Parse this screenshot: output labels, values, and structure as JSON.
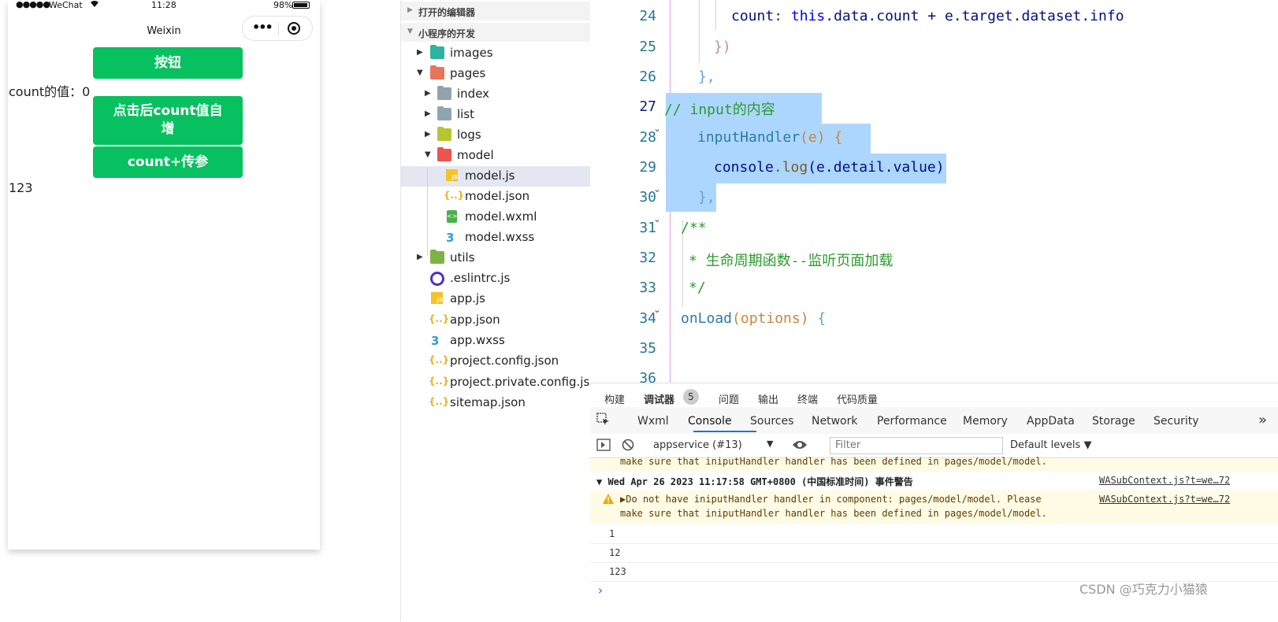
{
  "phone": {
    "status": {
      "signal": "●●●●●",
      "carrier": "WeChat",
      "wifi_icon": "wifi-icon",
      "time": "11:28",
      "battery": "98%"
    },
    "nav_title": "Weixin",
    "buttons": {
      "btn1": "按钮",
      "btn2_line1": "点击后count值自",
      "btn2_line2": "增",
      "btn3": "count+传参"
    },
    "count_label": "count的值：0",
    "input_text": "123"
  },
  "explorer": {
    "open_editors": "打开的编辑器",
    "project": "小程序的开发",
    "items": [
      {
        "name": "images"
      },
      {
        "name": "pages"
      },
      {
        "name": "index"
      },
      {
        "name": "list"
      },
      {
        "name": "logs"
      },
      {
        "name": "model"
      },
      {
        "name": "model.js"
      },
      {
        "name": "model.json"
      },
      {
        "name": "model.wxml"
      },
      {
        "name": "model.wxss"
      },
      {
        "name": "utils"
      },
      {
        "name": ".eslintrc.js"
      },
      {
        "name": "app.js"
      },
      {
        "name": "app.json"
      },
      {
        "name": "app.wxss"
      },
      {
        "name": "project.config.json"
      },
      {
        "name": "project.private.config.js..."
      },
      {
        "name": "sitemap.json"
      }
    ]
  },
  "editor": {
    "lines": [
      "24",
      "25",
      "26",
      "27",
      "28",
      "29",
      "30",
      "31",
      "32",
      "33",
      "34",
      "35"
    ],
    "code": {
      "l24_a": "count",
      "l24_b": ": ",
      "l24_c": "this",
      "l24_d": ".data.count + e.target.dataset.info",
      "l25": "})",
      "l26": "},",
      "l27": "// input的内容",
      "l28_fn": "inputHandler",
      "l28_rest": "(e) {",
      "l29_obj": "console",
      "l29_fn": ".log",
      "l29_rest": "(e.detail.value)",
      "l30": "},",
      "l31": "/**",
      "l32": "* 生命周期函数--监听页面加载",
      "l33": "*/",
      "l34_fn": "onLoad",
      "l34_arg": "(options)",
      "l34_brace": " {"
    }
  },
  "panel": {
    "tabs": [
      "构建",
      "调试器",
      "问题",
      "输出",
      "终端",
      "代码质量"
    ],
    "badge": "5",
    "devtools": [
      "Wxml",
      "Console",
      "Sources",
      "Network",
      "Performance",
      "Memory",
      "AppData",
      "Storage",
      "Security"
    ],
    "more": "»",
    "context": "appservice (#13)",
    "filter_placeholder": "Filter",
    "levels": "Default levels ▼",
    "console": {
      "warn_top": "make sure that iniputHandler handler has been defined in pages/model/model.",
      "group": "▼ Wed Apr 26 2023 11:17:58 GMT+0800 (中国标准时间) 事件警告",
      "link1": "WASubContext.js?t=we…72",
      "warn_line1": "▶Do not have iniputHandler handler in component: pages/model/model. Please",
      "warn_line2": "make sure that iniputHandler handler has been defined in pages/model/model.",
      "link2": "WASubContext.js?t=we…72",
      "out1": "1",
      "out2": "12",
      "out3": "123",
      "prompt": "›"
    }
  },
  "watermark": "CSDN @巧克力小猫猿"
}
